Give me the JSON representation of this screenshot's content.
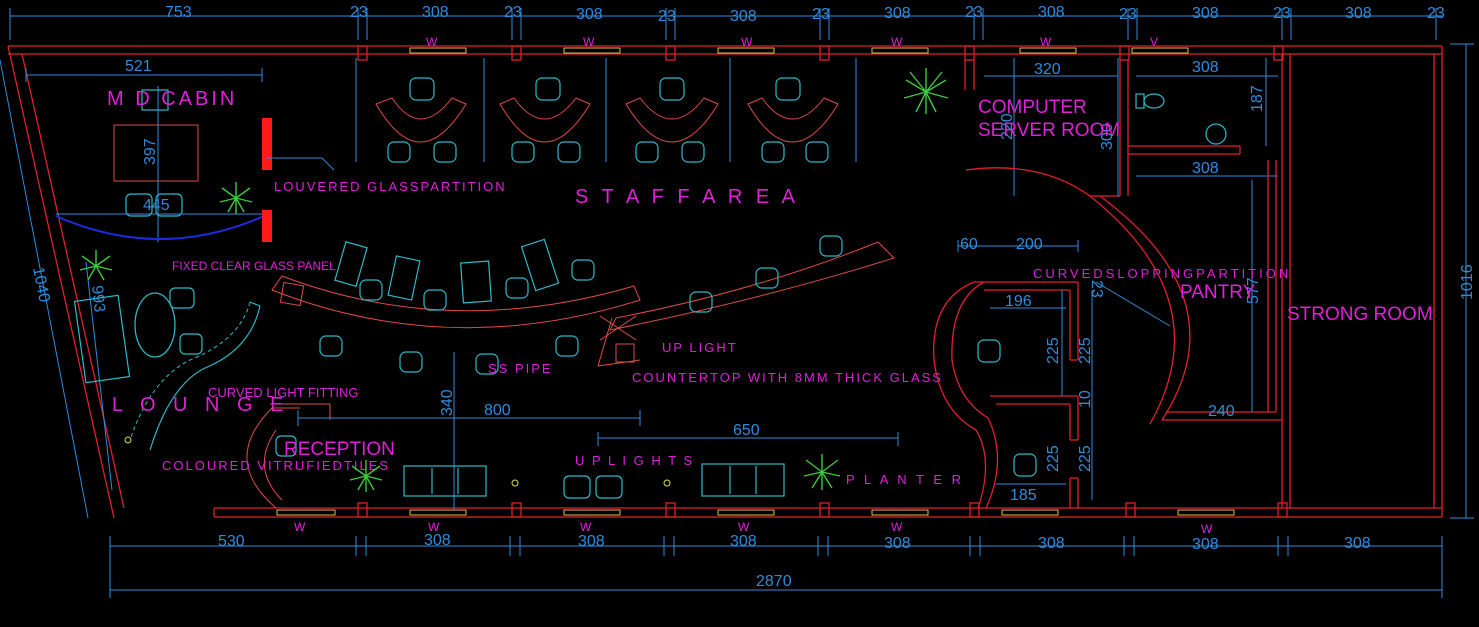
{
  "dimensions": {
    "top": [
      "753",
      "23",
      "308",
      "23",
      "308",
      "23",
      "308",
      "23",
      "308",
      "23",
      "308",
      "23",
      "308",
      "23",
      "308",
      "23"
    ],
    "bottom": [
      "530",
      "308",
      "308",
      "308",
      "308",
      "308",
      "308",
      "308"
    ],
    "overall_width": "2870",
    "overall_height": "1016",
    "left_side": "1040",
    "md_cabin_width": "521",
    "md_cabin_depth": "397",
    "glass_panel": "445",
    "lounge_depth": "993",
    "server_width": "320",
    "server_depth": "300",
    "server_door": "220",
    "toilet_width": "308",
    "toilet_depth": "187",
    "pantry_top_width": "308",
    "pantry_depth": "577",
    "pantry_width": "240",
    "curve_60": "60",
    "curve_200": "200",
    "curve_23": "23",
    "cab_196": "196",
    "cab_225_a": "225",
    "cab_225_b": "225",
    "cab_10": "10",
    "cab_225_c": "225",
    "cab_225_d": "225",
    "cab_185": "185",
    "reception_800": "800",
    "reception_340": "340",
    "planter_650": "650"
  },
  "labels": {
    "md_cabin": "M D CABIN",
    "louvered": "LOUVERED GLASSPARTITION",
    "staff_area": "S T A F F  A R E A",
    "computer_server_1": "COMPUTER",
    "computer_server_2": "SERVER ROOM",
    "curved_partition": "CURVEDSLOPPINGPARTITION",
    "pantry": "PANTRY",
    "strong_room": "STRONG ROOM",
    "fixed_glass": "FIXED CLEAR GLASS PANEL",
    "up_light": "UP LIGHT",
    "countertop": "COUNTERTOP WITH 8MM THICK GLASS",
    "ss_pipe": "SS PIPE",
    "curved_light": "CURVED LIGHT FITTING",
    "lounge": "L O U N G E",
    "reception": "RECEPTION",
    "vitrified": "COLOURED VITRUFIEDTILES",
    "up_lights": "U P L I G H T S",
    "planter": "P L A N T E R"
  },
  "window_marks": {
    "top": [
      "W",
      "W",
      "W",
      "W",
      "W",
      "V"
    ],
    "bottom": [
      "W",
      "W",
      "W",
      "W",
      "W",
      "W"
    ]
  },
  "colors": {
    "background": "#000000",
    "wall": "#e0202a",
    "dimension": "#2f8bdc",
    "label": "#e020d8",
    "furniture": "#2fb8c8",
    "glass_curve": "#1a2ee0",
    "plant": "#3ec83e"
  }
}
